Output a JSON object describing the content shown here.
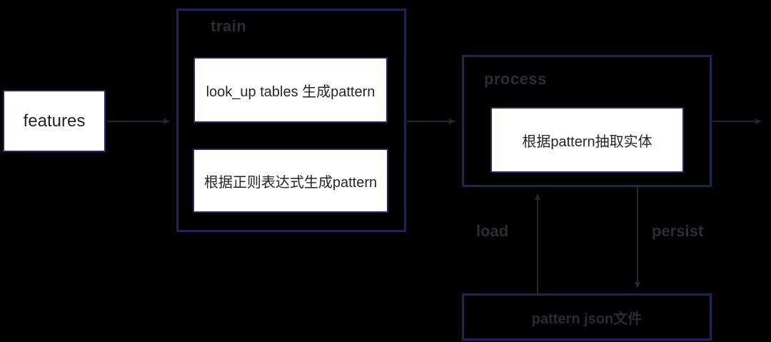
{
  "diagram": {
    "features": {
      "label": "features"
    },
    "train": {
      "label": "train",
      "items": [
        {
          "label": "look_up tables 生成pattern"
        },
        {
          "label": "根据正则表达式生成pattern"
        }
      ]
    },
    "process": {
      "label": "process",
      "items": [
        {
          "label": "根据pattern抽取实体"
        }
      ]
    },
    "storage": {
      "label": "pattern json文件"
    },
    "edges": {
      "load_label": "load",
      "persist_label": "persist"
    },
    "colors": {
      "background": "#000000",
      "container_border": "#1e2454",
      "node_border": "#232a58",
      "node_fill": "#ffffff",
      "node_text": "#26262a",
      "group_label_text": "#2d2d32",
      "arrow": "#26262a"
    }
  }
}
